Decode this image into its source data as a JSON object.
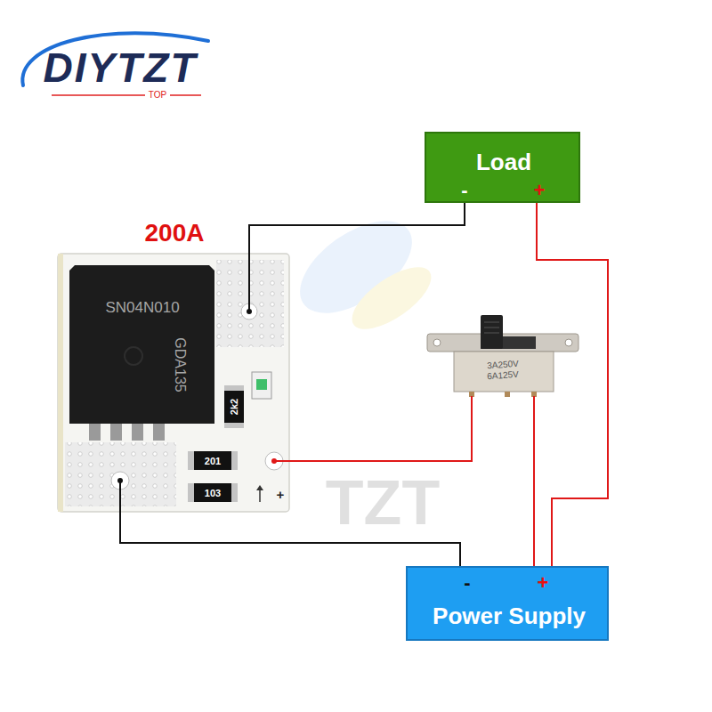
{
  "diagram": {
    "nodes": [
      {
        "text": [
          "Load",
          "-",
          "+"
        ]
      },
      {
        "text": [
          "SN04N010",
          "GDA135",
          "2k2",
          "201",
          "103",
          "+"
        ]
      },
      {
        "text": [
          "3A250V",
          "6A125V"
        ]
      },
      {
        "text": [
          "-",
          "+",
          "Power Supply"
        ]
      }
    ],
    "edges": [
      {
        "from": 0,
        "to": 1,
        "arrow": "none"
      },
      {
        "from": 1,
        "to": 2,
        "arrow": "none"
      },
      {
        "from": 2,
        "to": 3,
        "arrow": "none"
      },
      {
        "from": 0,
        "to": 3,
        "arrow": "none"
      },
      {
        "from": 1,
        "to": 3,
        "arrow": "none"
      }
    ],
    "labels": [
      "DIYTZT",
      "TOP",
      "200A",
      "TZT"
    ]
  }
}
